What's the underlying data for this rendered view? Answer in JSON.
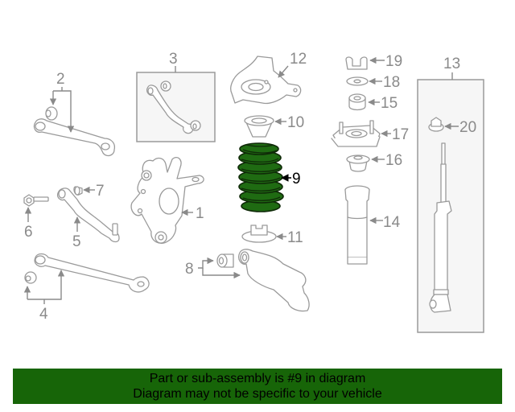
{
  "diagram": {
    "title": "Rear suspension parts diagram",
    "highlighted_part": "9",
    "colors": {
      "highlight": "#1f6b12",
      "banner": "#176508",
      "line_art": "#9a9a9a",
      "callout_text": "#8a8a8a"
    },
    "callouts": [
      {
        "id": "1",
        "label": "1"
      },
      {
        "id": "2",
        "label": "2"
      },
      {
        "id": "3",
        "label": "3"
      },
      {
        "id": "4",
        "label": "4"
      },
      {
        "id": "5",
        "label": "5"
      },
      {
        "id": "6",
        "label": "6"
      },
      {
        "id": "7",
        "label": "7"
      },
      {
        "id": "8",
        "label": "8"
      },
      {
        "id": "9",
        "label": "9"
      },
      {
        "id": "10",
        "label": "10"
      },
      {
        "id": "11",
        "label": "11"
      },
      {
        "id": "12",
        "label": "12"
      },
      {
        "id": "13",
        "label": "13"
      },
      {
        "id": "14",
        "label": "14"
      },
      {
        "id": "15",
        "label": "15"
      },
      {
        "id": "16",
        "label": "16"
      },
      {
        "id": "17",
        "label": "17"
      },
      {
        "id": "18",
        "label": "18"
      },
      {
        "id": "19",
        "label": "19"
      },
      {
        "id": "20",
        "label": "20"
      }
    ]
  },
  "banner": {
    "line1": "Part or sub-assembly is #9 in diagram",
    "line2": "Diagram may not be specific to your vehicle"
  }
}
